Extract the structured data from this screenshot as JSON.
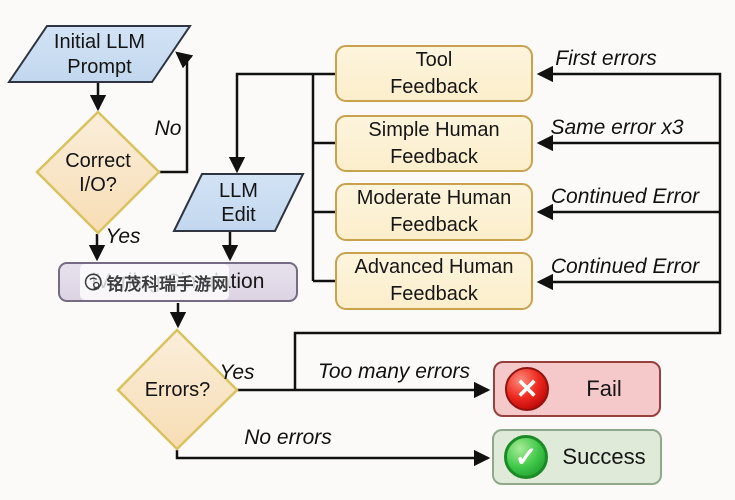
{
  "nodes": {
    "initial_prompt": {
      "line1": "Initial LLM",
      "line2": "Prompt"
    },
    "correct_io": {
      "line1": "Correct",
      "line2": "I/O?"
    },
    "llm_edit": {
      "line1": "LLM",
      "line2": "Edit"
    },
    "simulation": {
      "label": "iVerilog Simulation"
    },
    "tool_feedback": {
      "line1": "Tool",
      "line2": "Feedback"
    },
    "simple_feedback": {
      "line1": "Simple Human",
      "line2": "Feedback"
    },
    "moderate_feedback": {
      "line1": "Moderate Human",
      "line2": "Feedback"
    },
    "advanced_feedback": {
      "line1": "Advanced Human",
      "line2": "Feedback"
    },
    "errors": {
      "label": "Errors?"
    },
    "fail": {
      "label": "Fail"
    },
    "success": {
      "label": "Success"
    }
  },
  "edge_labels": {
    "no": "No",
    "yes_io": "Yes",
    "yes_errors": "Yes",
    "first_errors": "First errors",
    "same_error": "Same error x3",
    "continued_error_1": "Continued Error",
    "continued_error_2": "Continued Error",
    "too_many_errors": "Too many errors",
    "no_errors": "No errors"
  },
  "icons": {
    "fail_glyph": "✕",
    "success_glyph": "✓"
  },
  "watermark": {
    "text": "铭茂科瑞手游网"
  },
  "colors": {
    "parallelogram_fill": "#c9ddf1",
    "parallelogram_border": "#2e3440",
    "diamond_fill": "#f9e4c4",
    "diamond_border": "#d9c25e",
    "feedback_fill": "#fbeecb",
    "feedback_border": "#c9a24e",
    "simulation_fill": "#ddd4e3",
    "simulation_border": "#756b83",
    "fail_fill": "#f5c9c9",
    "fail_border": "#97403e",
    "fail_icon": "#d41212",
    "success_fill": "#dfead8",
    "success_border": "#8fa88c",
    "success_icon": "#2fb83d",
    "line": "#111111"
  }
}
